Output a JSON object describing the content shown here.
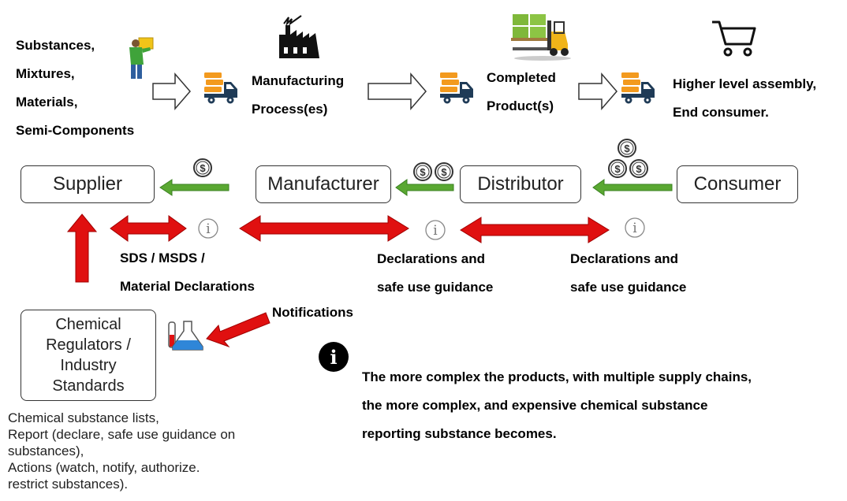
{
  "flow": {
    "inputs": [
      "Substances,",
      "Mixtures,",
      "Materials,",
      "Semi-Components"
    ],
    "manufacturing": [
      "Manufacturing",
      "Process(es)"
    ],
    "completed": [
      "Completed",
      "Product(s)"
    ],
    "assembly": [
      "Higher level assembly,",
      "End consumer."
    ]
  },
  "actors": {
    "supplier": "Supplier",
    "manufacturer": "Manufacturer",
    "distributor": "Distributor",
    "consumer": "Consumer",
    "regulators": [
      "Chemical",
      "Regulators /",
      "Industry",
      "Standards"
    ]
  },
  "labels": {
    "sds": [
      "SDS / MSDS /",
      "Material Declarations"
    ],
    "declarations_mid": [
      "Declarations and",
      "safe use guidance"
    ],
    "declarations_right": [
      "Declarations and",
      "safe use guidance"
    ],
    "notifications": "Notifications"
  },
  "regulator_notes": [
    "Chemical substance lists,",
    "Report (declare, safe use guidance on",
    "substances),",
    "Actions (watch, notify, authorize.",
    "restrict substances)."
  ],
  "info_note": [
    "The more complex the products, with multiple supply chains,",
    "the more complex, and expensive chemical substance",
    "reporting substance becomes."
  ],
  "colors": {
    "red_arrow": "#e01010",
    "green_arrow": "#5aa832",
    "truck_orange": "#f39a1e",
    "truck_blue": "#1f3b57"
  }
}
